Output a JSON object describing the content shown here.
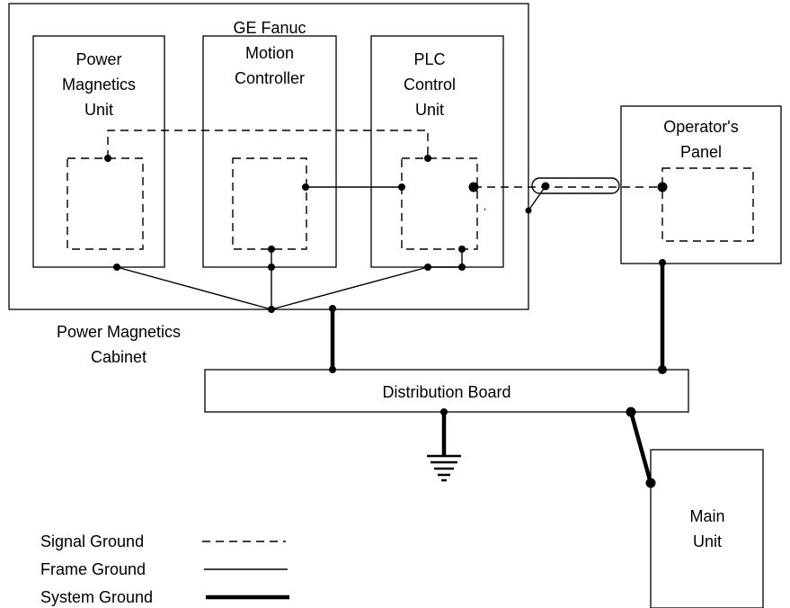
{
  "labels": {
    "pmu": [
      "Power",
      "Magnetics",
      "Unit"
    ],
    "gfmc": [
      "GE Fanuc",
      "Motion",
      "Controller"
    ],
    "plc": [
      "PLC",
      "Control",
      "Unit"
    ],
    "op_panel": [
      "Operator's",
      "Panel"
    ],
    "cabinet": [
      "Power Magnetics",
      "Cabinet"
    ],
    "distribution_board": "Distribution Board",
    "main_unit": [
      "Main",
      "Unit"
    ],
    "tick_mark": "ˈ"
  },
  "legend": {
    "signal": "Signal Ground",
    "frame": "Frame Ground",
    "system": "System Ground"
  }
}
